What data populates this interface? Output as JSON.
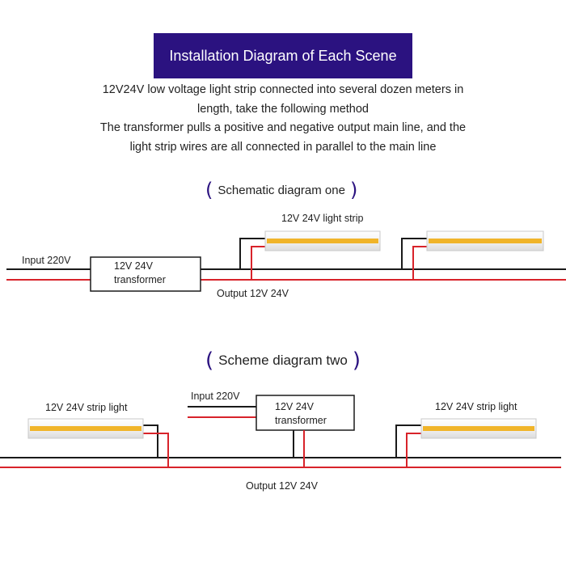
{
  "header": {
    "title": "Installation Diagram of Each Scene"
  },
  "description": {
    "lines": [
      "12V24V low voltage light strip connected into several dozen meters in",
      "length, take the following method",
      "The transformer pulls a positive and negative output main line, and the",
      "light strip wires are all connected in parallel to the main line"
    ]
  },
  "diagram_one": {
    "heading": "Schematic diagram one",
    "input_label": "Input 220V",
    "transformer_line1": "12V 24V",
    "transformer_line2": "transformer",
    "strip_label": "12V 24V light strip",
    "output_label": "Output 12V 24V"
  },
  "diagram_two": {
    "heading": "Scheme diagram two",
    "input_label": "Input 220V",
    "transformer_line1": "12V 24V",
    "transformer_line2": "transformer",
    "strip_label_left": "12V 24V strip light",
    "strip_label_right": "12V 24V strip light",
    "output_label": "Output 12V 24V"
  },
  "colors": {
    "title_bg": "#2b1280",
    "positive_wire": "#d8232a",
    "negative_wire": "#1a1a1a",
    "led": "#f0b429",
    "strip_body": "#f1f1f1"
  }
}
